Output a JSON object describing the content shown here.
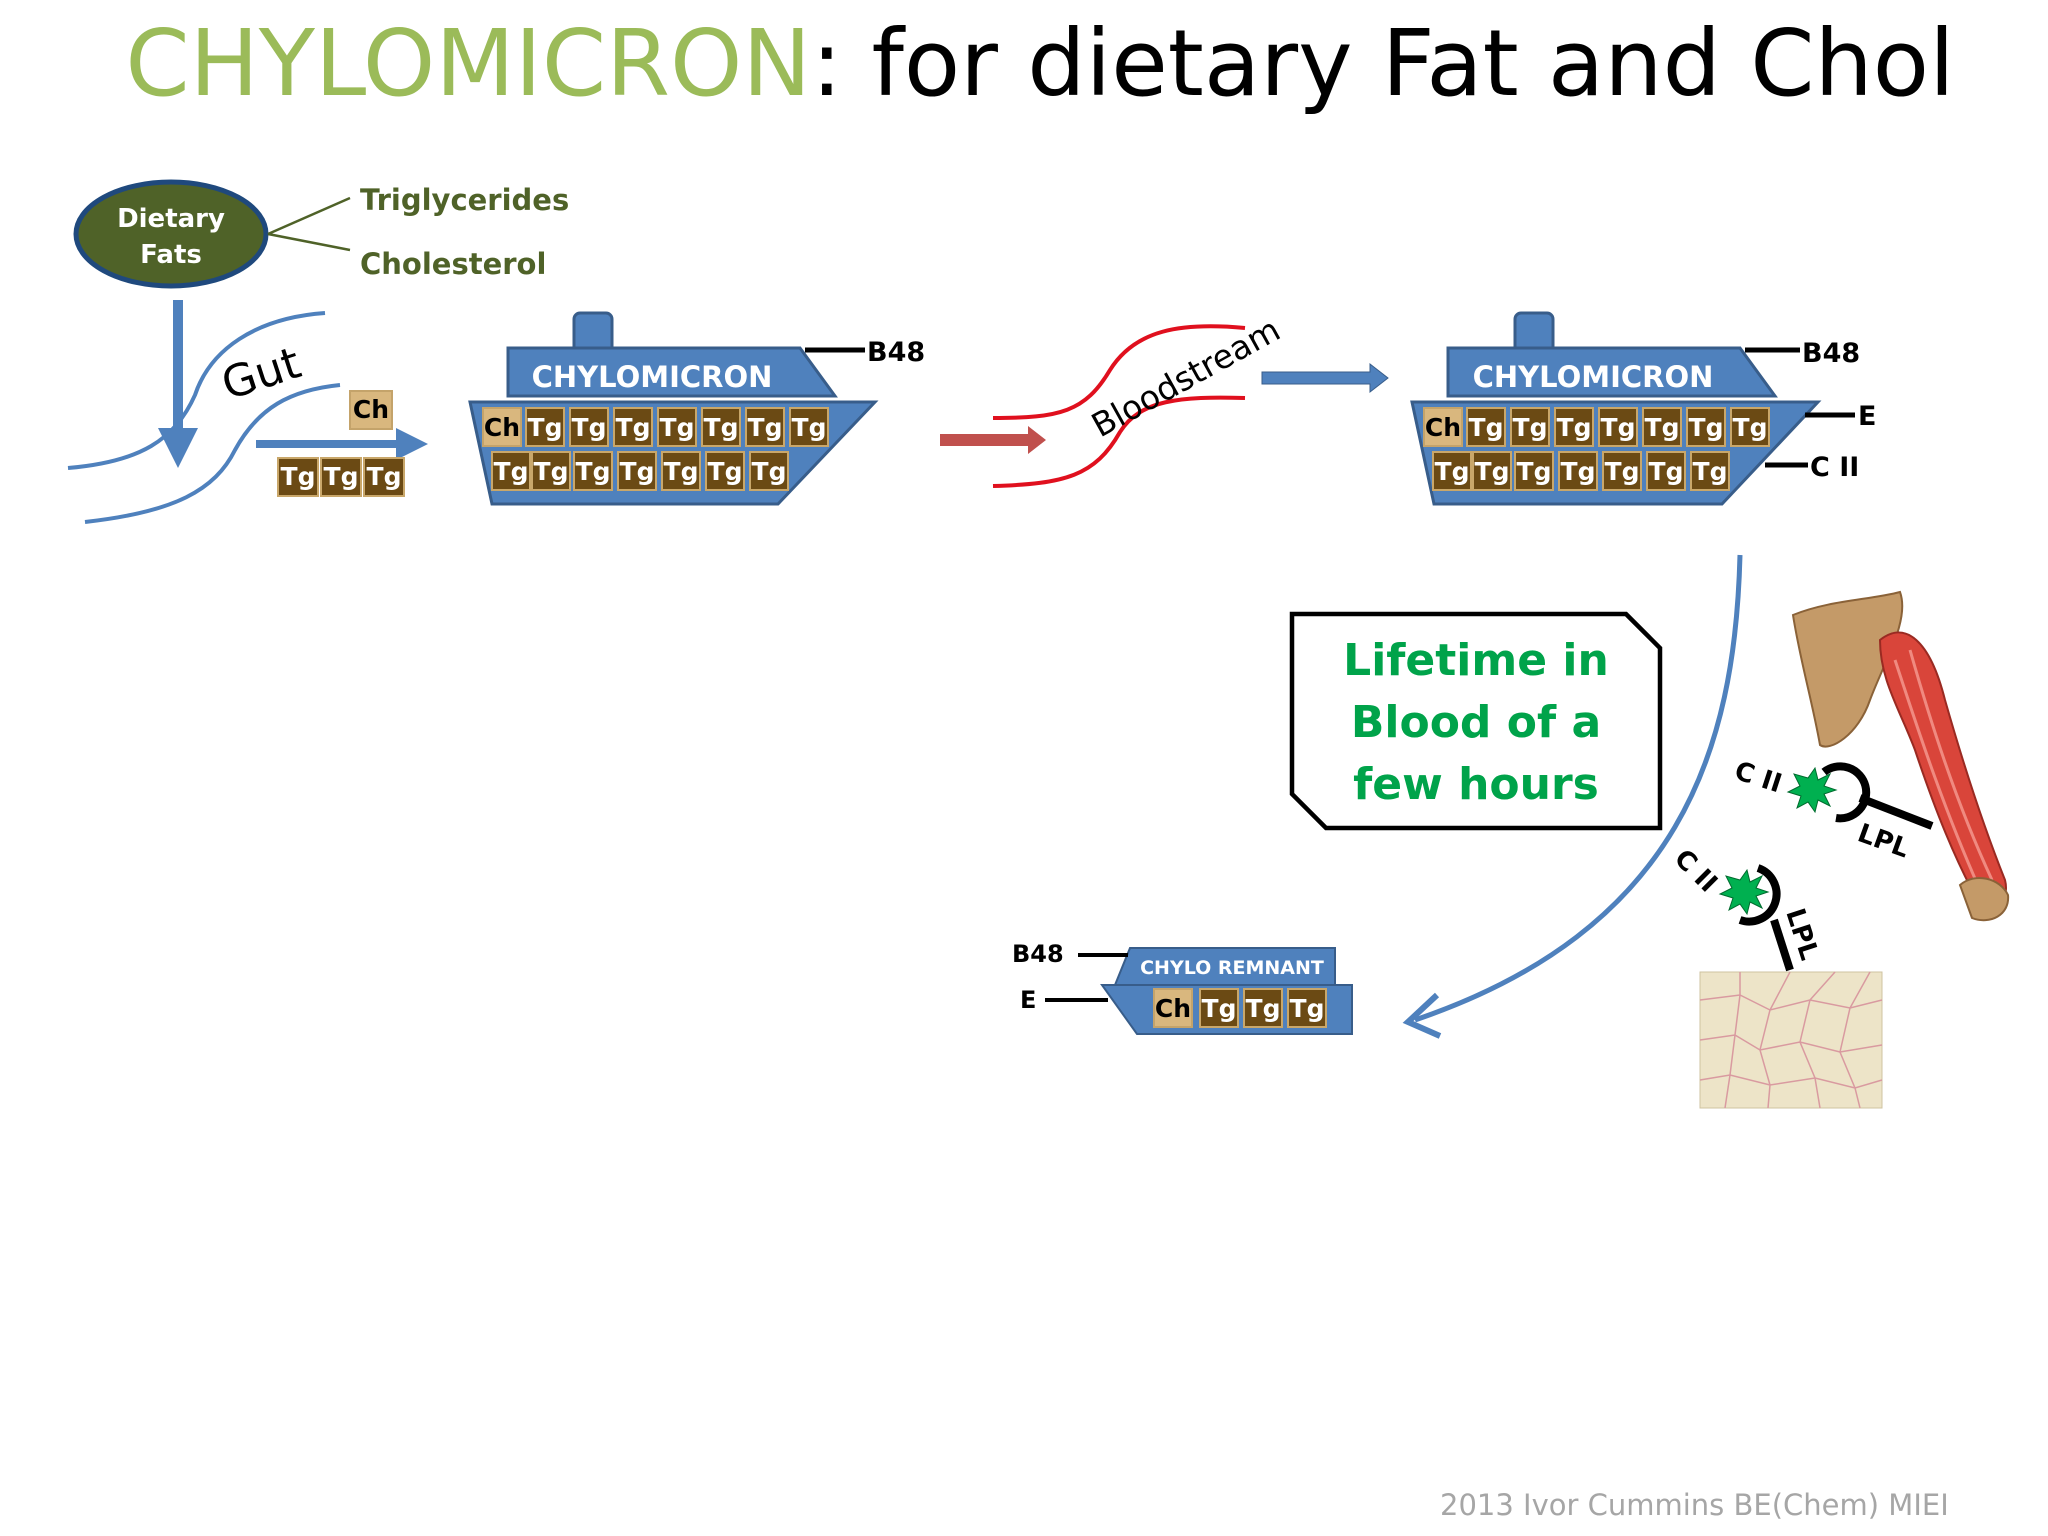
{
  "title": {
    "highlight": "CHYLOMICRON",
    "rest": ": for dietary Fat and Chol"
  },
  "dietary": {
    "ellipse_line1": "Dietary",
    "ellipse_line2": "Fats",
    "branch1": "Triglycerides",
    "branch2": "Cholesterol"
  },
  "gut_label": "Gut",
  "bloodstream_label": "Bloodstream",
  "cargo": {
    "ch": "Ch",
    "tg": "Tg"
  },
  "ship1": {
    "label": "CHYLOMICRON",
    "apo_b48": "B48"
  },
  "ship2": {
    "label": "CHYLOMICRON",
    "apo_b48": "B48",
    "apo_e": "E",
    "apo_c2": "C II"
  },
  "remnant": {
    "label": "CHYLO REMNANT",
    "apo_b48": "B48",
    "apo_e": "E"
  },
  "lifetime_box": {
    "line1": "Lifetime in",
    "line2": "Blood of a",
    "line3": "few hours"
  },
  "enzyme": {
    "c2_upper": "C II",
    "lpl_upper": "LPL",
    "c2_lower": "C II",
    "lpl_lower": "LPL"
  },
  "footer": "2013 Ivor Cummins BE(Chem) MIEI",
  "colors": {
    "title_accent": "#9bbb59",
    "ship_blue": "#4f81bd",
    "ship_dark": "#385d8a",
    "cargo_brown": "#6b4a14",
    "cholesterol_tan": "#d9b77e",
    "dietary_green": "#4f6228",
    "bloodstream_red": "#e0101e",
    "lifetime_text": "#00a34a",
    "lpl_star": "#00b050"
  }
}
